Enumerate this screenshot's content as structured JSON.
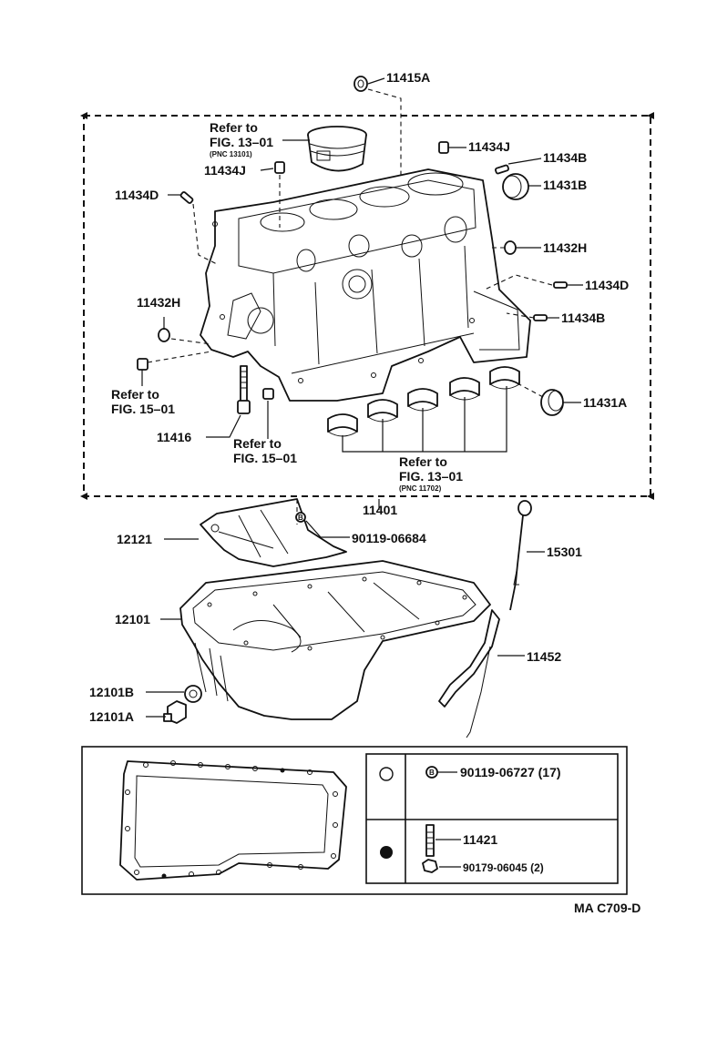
{
  "diagram_code": "MA C709-D",
  "refs": {
    "fig13_piston": {
      "line1": "Refer to",
      "line2": "FIG. 13–01",
      "pnc": "(PNC 13101)"
    },
    "fig15_left": {
      "line1": "Refer to",
      "line2": "FIG. 15–01"
    },
    "fig15_bottom": {
      "line1": "Refer to",
      "line2": "FIG. 15–01"
    },
    "fig13_bearings": {
      "line1": "Refer to",
      "line2": "FIG. 13–01",
      "pnc": "(PNC 11702)"
    }
  },
  "parts": {
    "p11415A": "11415A",
    "p11434J_top": "11434J",
    "p11434J_left": "11434J",
    "p11434B_top": "11434B",
    "p11431B": "11431B",
    "p11434D_left": "11434D",
    "p11432H_right": "11432H",
    "p11434D_right": "11434D",
    "p11432H_left": "11432H",
    "p11434B_right": "11434B",
    "p11431A": "11431A",
    "p11416": "11416",
    "p11401": "11401",
    "p12121": "12121",
    "p90119_06684": "90119-06684",
    "p15301": "15301",
    "p12101": "12101",
    "p11452": "11452",
    "p12101B": "12101B",
    "p12101A": "12101A"
  },
  "legend": {
    "row1_part": "90119-06727 (17)",
    "row2_part_a": "11421",
    "row2_part_b": "90179-06045 (2)",
    "bolt_mark": "B"
  },
  "icons": {
    "open_circle": "open-circle-icon",
    "filled_circle": "filled-circle-icon"
  }
}
